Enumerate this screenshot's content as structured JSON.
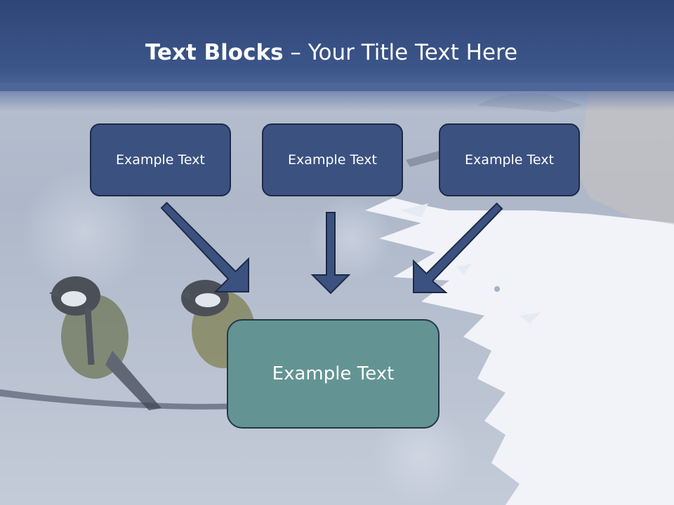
{
  "title": {
    "bold": "Text Blocks",
    "separator": " – ",
    "rest": "Your Title Text Here"
  },
  "blocks": {
    "left": "Example Text",
    "middle": "Example Text",
    "right": "Example Text",
    "center": "Example Text"
  },
  "colors": {
    "header": "#3c5589",
    "block_fill": "#3b5180",
    "block_border": "#1d2a47",
    "center_fill": "#639493",
    "arrow_fill": "#3b5180"
  },
  "background": {
    "image": "two-birds-on-branch-icon",
    "brush": "paint-brush-stroke-icon"
  }
}
